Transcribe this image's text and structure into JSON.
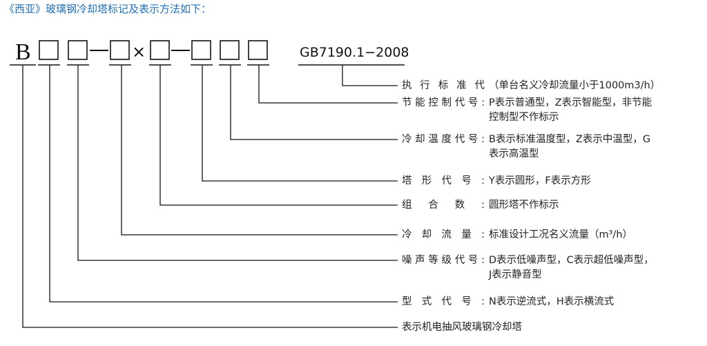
{
  "title": "《西亚》玻璃钢冷却塔标记及表示方法如下：",
  "code": {
    "prefix": "B",
    "dash1": "—",
    "times": "×",
    "dash2": "—",
    "standard": "GB7190.1−2008"
  },
  "annotations": [
    {
      "label": "执行标准代",
      "lines": [
        "（单台名义冷却流量小于1000m3/h）"
      ]
    },
    {
      "label": "节能控制代号:",
      "lines": [
        "P表示普通型，Z表示智能型，非节能",
        "控制型不作标示"
      ]
    },
    {
      "label": "冷却温度代号:",
      "lines": [
        "B表示标准温度型，Z表示中温型，G",
        "表示高温型"
      ]
    },
    {
      "label": "塔形代号:",
      "lines": [
        "Y表示圆形，F表示方形"
      ]
    },
    {
      "label": "组合数:",
      "lines": [
        "圆形塔不作标示"
      ]
    },
    {
      "label": "冷却流量:",
      "lines": [
        "标准设计工况名义流量（m³/h）"
      ]
    },
    {
      "label": "噪声等级代号:",
      "lines": [
        "D表示低噪声型，C表示超低噪声型，",
        "J表示静音型"
      ]
    },
    {
      "label": "型式代号:",
      "lines": [
        "N表示逆流式，H表示横流式"
      ]
    },
    {
      "label": "表示机电抽风玻璃钢冷却塔",
      "lines": []
    }
  ]
}
